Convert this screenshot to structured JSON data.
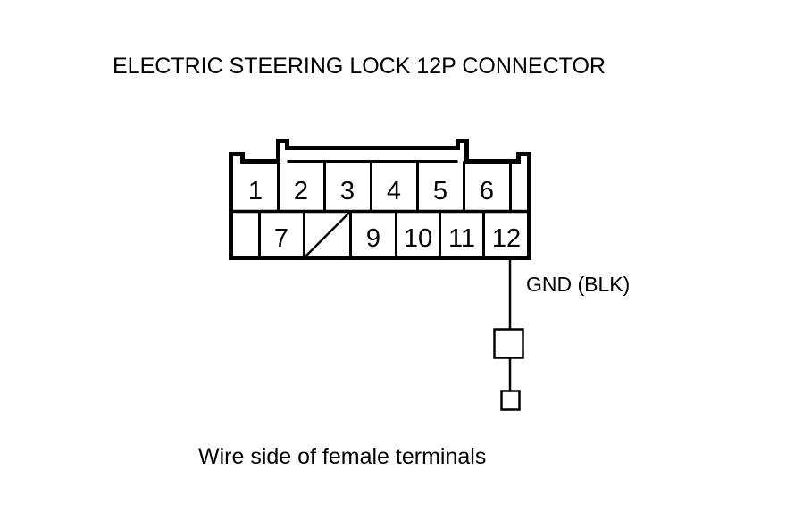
{
  "diagram": {
    "title": "ELECTRIC STEERING LOCK 12P CONNECTOR",
    "caption": "Wire side of female terminals",
    "connector": {
      "pin_count_label": "12P",
      "top_row": [
        {
          "label": "1"
        },
        {
          "label": "2"
        },
        {
          "label": "3"
        },
        {
          "label": "4"
        },
        {
          "label": "5"
        },
        {
          "label": "6"
        },
        {
          "label": ""
        }
      ],
      "bottom_row": [
        {
          "label": ""
        },
        {
          "label": "7"
        },
        {
          "label": "",
          "blank_slash": true
        },
        {
          "label": "9"
        },
        {
          "label": "10"
        },
        {
          "label": "11"
        },
        {
          "label": "12"
        }
      ]
    },
    "wire": {
      "from_pin": "12",
      "label": "GND (BLK)"
    },
    "colors": {
      "line": "#000000",
      "background": "#ffffff"
    }
  }
}
